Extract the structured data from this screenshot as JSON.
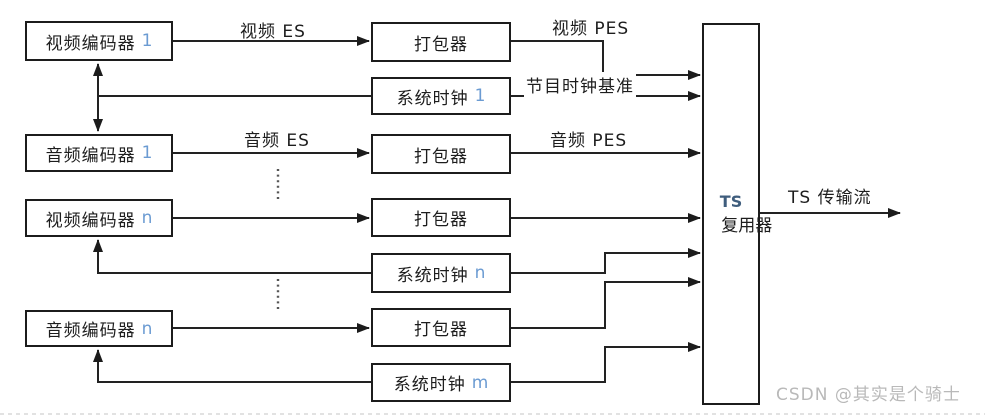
{
  "diagram": {
    "title_implicit": "MPEG-2 TS multiplexing block diagram",
    "encoders": {
      "video1": {
        "label": "视频编码器",
        "index": "1"
      },
      "audio1": {
        "label": "音频编码器",
        "index": "1"
      },
      "videoN": {
        "label": "视频编码器",
        "index": "n"
      },
      "audioN": {
        "label": "音频编码器",
        "index": "n"
      }
    },
    "packetizers": {
      "p1": "打包器",
      "p2": "打包器",
      "p3": "打包器",
      "p4": "打包器"
    },
    "clocks": {
      "c1": {
        "label": "系统时钟",
        "index": "1"
      },
      "cn": {
        "label": "系统时钟",
        "index": "n"
      },
      "cm": {
        "label": "系统时钟",
        "index": "m"
      }
    },
    "mux": {
      "abbr": "TS",
      "name": "复用器"
    },
    "edge_labels": {
      "video_es": "视频 ES",
      "video_pes": "视频 PES",
      "pcr": "节目时钟基准",
      "audio_es": "音频 ES",
      "audio_pes": "音频 PES",
      "ts_stream": "TS 传输流"
    }
  },
  "watermark": "CSDN @其实是个骑士",
  "colors": {
    "line": "#222222",
    "box_border": "#1c1c1c",
    "text": "#1d1d1d",
    "index_numeral": "#6b9bd2",
    "mux_abbr": "#3f5d7d",
    "watermark": "#b9b9b9",
    "page_edge_dash": "#d9d9d9"
  }
}
